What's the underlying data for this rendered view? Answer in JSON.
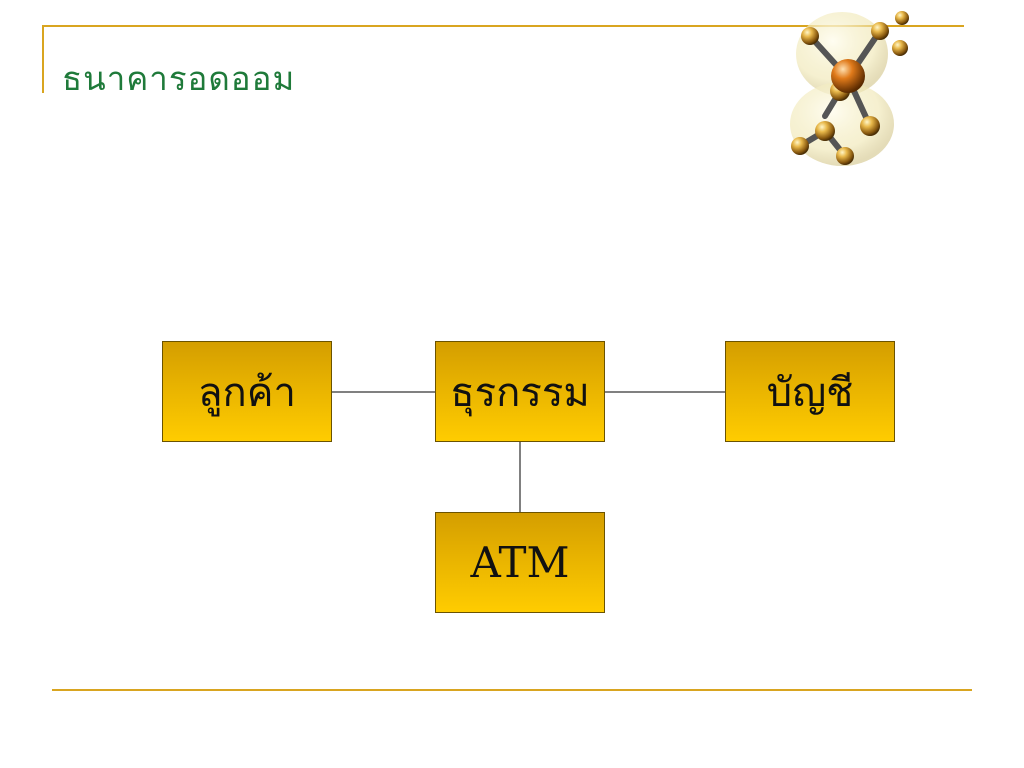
{
  "slide": {
    "title": "ธนาคารอดออม"
  },
  "diagram": {
    "nodes": [
      {
        "id": "customer",
        "label": "ลูกค้า"
      },
      {
        "id": "transaction",
        "label": "ธุรกรรม"
      },
      {
        "id": "account",
        "label": "บัญชี"
      },
      {
        "id": "atm",
        "label": "ATM"
      }
    ],
    "edges": [
      {
        "from": "customer",
        "to": "transaction"
      },
      {
        "from": "transaction",
        "to": "account"
      },
      {
        "from": "transaction",
        "to": "atm"
      }
    ]
  },
  "colors": {
    "accent_line": "#d9a520",
    "title_text": "#1f7a3a",
    "node_fill_top": "#d49e00",
    "node_fill_bottom": "#ffcc00"
  },
  "icons": {
    "decoration": "molecule-icon"
  }
}
